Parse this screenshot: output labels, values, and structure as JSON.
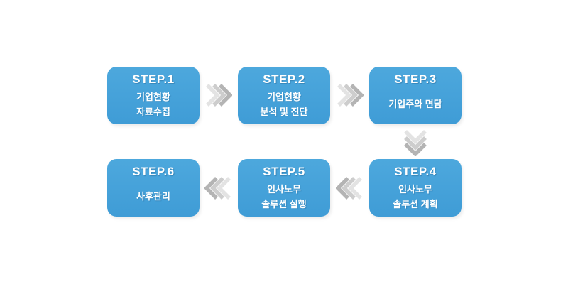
{
  "flow": {
    "boxes": [
      {
        "step": "STEP.1",
        "lines": [
          "기업현황",
          "자료수집"
        ]
      },
      {
        "step": "STEP.2",
        "lines": [
          "기업현황",
          "분석 및 진단"
        ]
      },
      {
        "step": "STEP.3",
        "lines": [
          "기업주와 면담"
        ]
      },
      {
        "step": "STEP.4",
        "lines": [
          "인사노무",
          "솔루션 계획"
        ]
      },
      {
        "step": "STEP.5",
        "lines": [
          "인사노무",
          "솔루션 실행"
        ]
      },
      {
        "step": "STEP.6",
        "lines": [
          "사후관리"
        ]
      }
    ],
    "icons": {
      "right": "chevron-right-triple",
      "down": "chevron-down-triple",
      "left": "chevron-left-triple"
    }
  },
  "colors": {
    "box": "#43A0D9",
    "box-top": "#4DA8DD",
    "box-bottom": "#3F9CD6",
    "text": "#FFFFFF",
    "arrow-front": "#B4B4B4",
    "arrow-mid": "#CDCDCD",
    "arrow-back": "#E3E3E3"
  }
}
